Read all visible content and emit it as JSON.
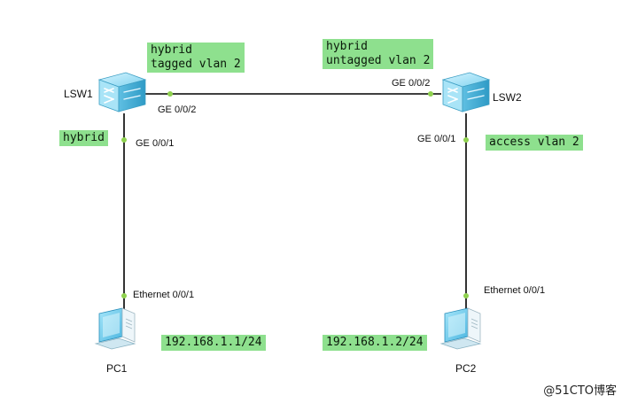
{
  "devices": {
    "lsw1": "LSW1",
    "lsw2": "LSW2",
    "pc1": "PC1",
    "pc2": "PC2"
  },
  "ports": {
    "lsw1_ge002": "GE 0/0/2",
    "lsw1_ge001": "GE 0/0/1",
    "lsw2_ge002": "GE 0/0/2",
    "lsw2_ge001": "GE 0/0/1",
    "pc1_eth": "Ethernet 0/0/1",
    "pc2_eth": "Ethernet 0/0/1"
  },
  "notes": {
    "lsw1_trunk": "hybrid\ntagged vlan 2",
    "lsw2_trunk": "hybrid\nuntagged vlan 2",
    "lsw1_down": "hybrid",
    "lsw2_down": "access vlan 2",
    "pc1_ip": "192.168.1.1/24",
    "pc2_ip": "192.168.1.2/24"
  },
  "watermark": "@51CTO博客",
  "colors": {
    "link": "#000000",
    "port_dot": "#8fd14f",
    "note_bg": "#8ee08e",
    "switch": "#7fd3ef"
  },
  "icons": {
    "switch": "switch-icon",
    "pc": "pc-icon"
  }
}
